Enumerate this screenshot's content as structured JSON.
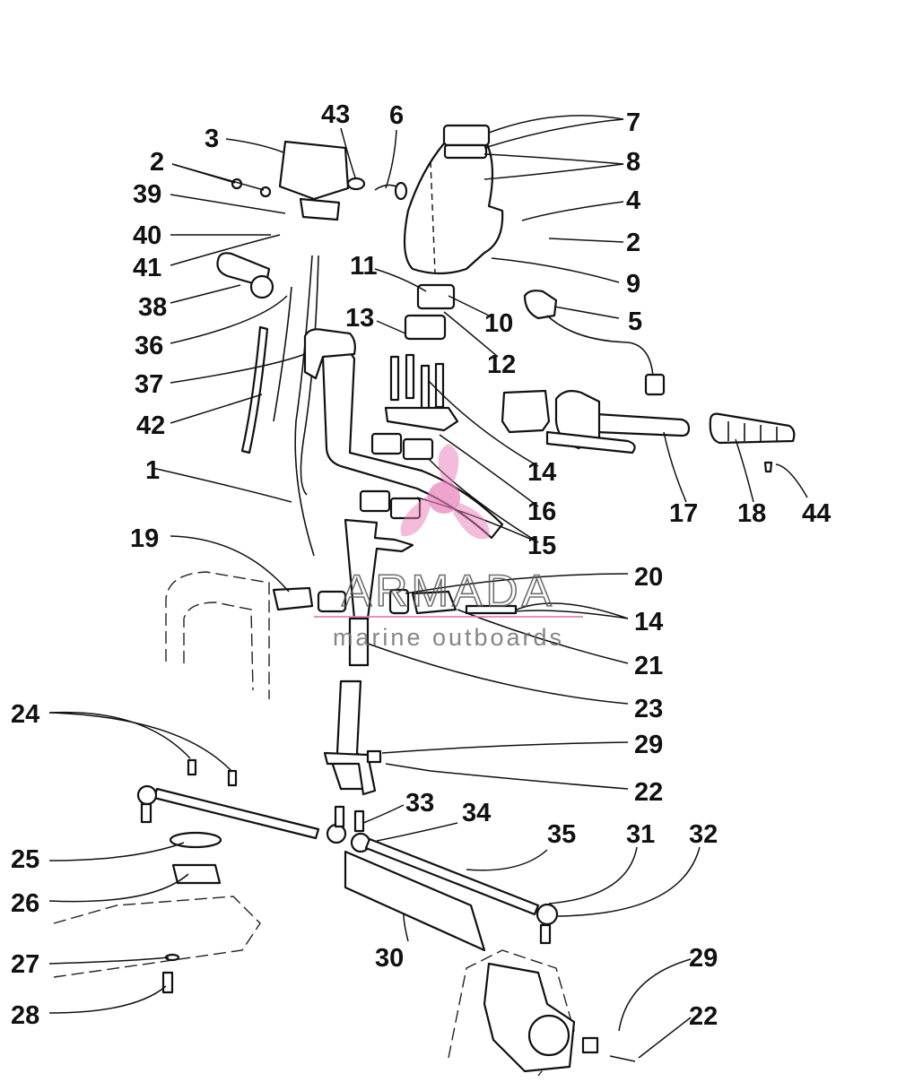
{
  "diagram": {
    "callouts": [
      {
        "label": "1"
      },
      {
        "label": "2"
      },
      {
        "label": "3"
      },
      {
        "label": "43"
      },
      {
        "label": "6"
      },
      {
        "label": "7"
      },
      {
        "label": "8"
      },
      {
        "label": "4"
      },
      {
        "label": "2"
      },
      {
        "label": "9"
      },
      {
        "label": "39"
      },
      {
        "label": "40"
      },
      {
        "label": "41"
      },
      {
        "label": "38"
      },
      {
        "label": "36"
      },
      {
        "label": "37"
      },
      {
        "label": "42"
      },
      {
        "label": "11"
      },
      {
        "label": "13"
      },
      {
        "label": "10"
      },
      {
        "label": "12"
      },
      {
        "label": "5"
      },
      {
        "label": "14"
      },
      {
        "label": "16"
      },
      {
        "label": "15"
      },
      {
        "label": "17"
      },
      {
        "label": "18"
      },
      {
        "label": "44"
      },
      {
        "label": "19"
      },
      {
        "label": "20"
      },
      {
        "label": "14"
      },
      {
        "label": "21"
      },
      {
        "label": "23"
      },
      {
        "label": "24"
      },
      {
        "label": "29"
      },
      {
        "label": "22"
      },
      {
        "label": "33"
      },
      {
        "label": "34"
      },
      {
        "label": "35"
      },
      {
        "label": "31"
      },
      {
        "label": "32"
      },
      {
        "label": "25"
      },
      {
        "label": "26"
      },
      {
        "label": "30"
      },
      {
        "label": "27"
      },
      {
        "label": "28"
      },
      {
        "label": "29"
      },
      {
        "label": "22"
      }
    ]
  },
  "watermark": {
    "title": "ARMADA",
    "subtitle": "marine outboards",
    "logo_color": "#e57bb6"
  }
}
